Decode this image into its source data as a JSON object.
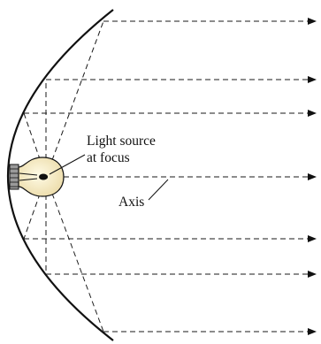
{
  "labels": {
    "light_source_line1": "Light source",
    "light_source_line2": "at focus",
    "axis": "Axis"
  },
  "colors": {
    "ink": "#111111",
    "bulb_fill": "#f3e9c2",
    "bulb_base": "#9a9a9a"
  },
  "icons": {
    "bulb": "light-bulb-icon"
  }
}
